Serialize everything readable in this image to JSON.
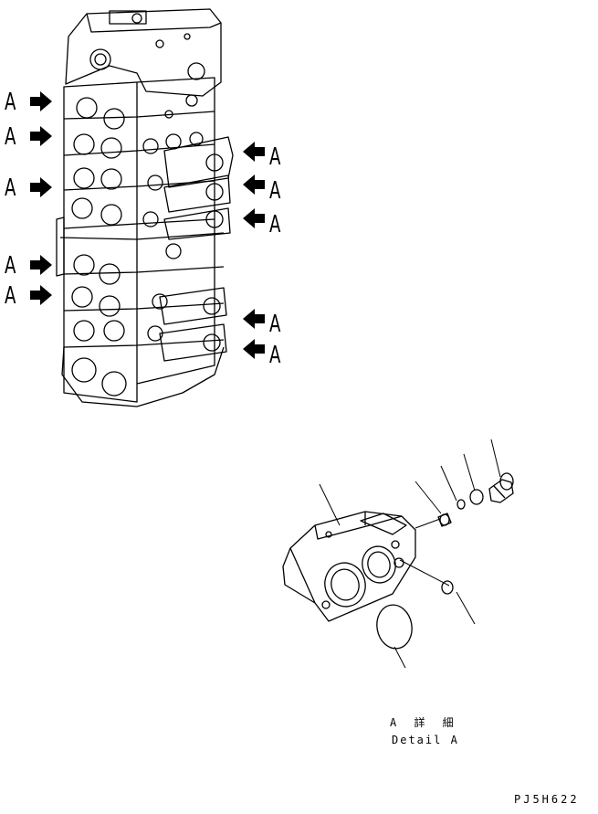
{
  "callout_letter": "A",
  "detail_title": "A 詳 細",
  "detail_subtitle": "Detail A",
  "drawing_code": "PJ5H622"
}
